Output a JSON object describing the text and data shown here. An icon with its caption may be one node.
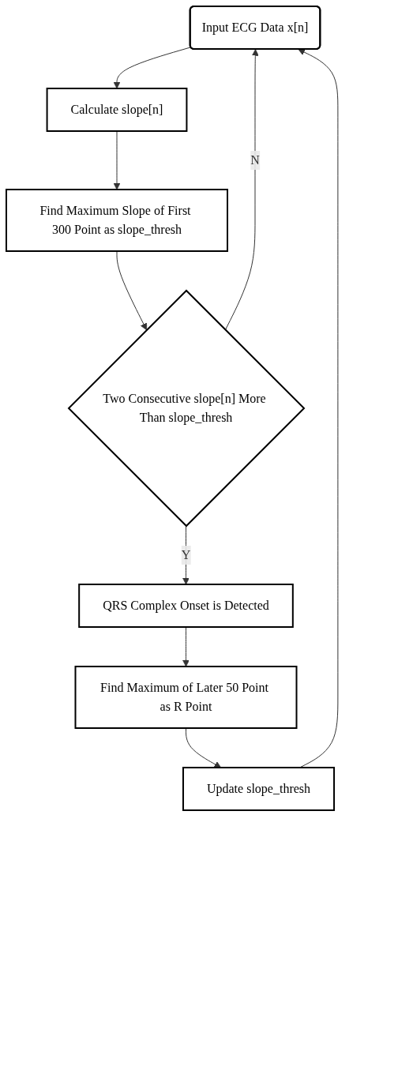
{
  "diagram": {
    "nodes": [
      {
        "text": [
          "Input ECG Data x[n]"
        ]
      },
      {
        "text": [
          "Calculate slope[n]"
        ]
      },
      {
        "text": [
          "Find Maximum Slope of First 300 Point as slope_thresh"
        ]
      },
      {
        "text": [
          "Two Consecutive slope[n] More Than slope_thresh"
        ]
      },
      {
        "text": [
          "QRS Complex Onset is Detected"
        ]
      },
      {
        "text": [
          "Find Maximum of Later 50 Point as R Point"
        ]
      },
      {
        "text": [
          "Update slope_thresh"
        ]
      }
    ],
    "edges": [
      {
        "from": 0,
        "to": 1,
        "arrow": "to"
      },
      {
        "from": 1,
        "to": 2,
        "arrow": "to"
      },
      {
        "from": 2,
        "to": 3,
        "arrow": "to"
      },
      {
        "from": 3,
        "to": 4,
        "arrow": "to",
        "label": "Y"
      },
      {
        "from": 4,
        "to": 5,
        "arrow": "to"
      },
      {
        "from": 5,
        "to": 6,
        "arrow": "to"
      },
      {
        "from": 6,
        "to": 0,
        "arrow": "to"
      },
      {
        "from": 3,
        "to": 0,
        "arrow": "to",
        "label": "N"
      }
    ]
  }
}
